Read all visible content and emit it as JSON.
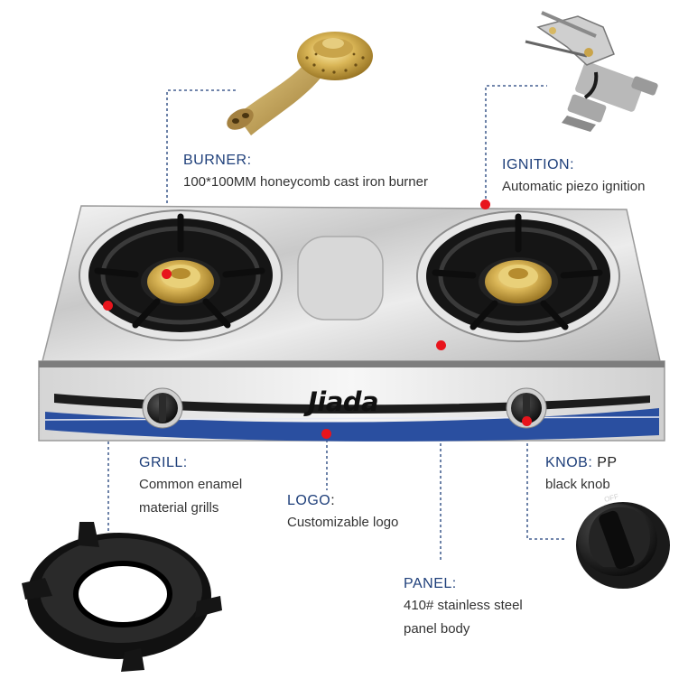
{
  "colors": {
    "accent": "#1e3f7a",
    "pin": "#e8141c",
    "panel_blue": "#2a4fa0"
  },
  "brand_logo": "Jiada",
  "annotations": {
    "burner": {
      "title": "BURNER:",
      "desc": [
        "100*100MM honeycomb cast iron burner"
      ]
    },
    "ignition": {
      "title": "IGNITION:",
      "desc": [
        "Automatic piezo ignition"
      ]
    },
    "grill": {
      "title": "GRILL:",
      "desc": [
        "Common enamel",
        "material grills"
      ]
    },
    "logo": {
      "title": "LOGO",
      "title_suffix": ":",
      "desc": [
        "Customizable logo"
      ]
    },
    "knob": {
      "title": "KNOB:",
      "title_suffix": " PP",
      "desc": [
        "black knob"
      ]
    },
    "panel": {
      "title": "PANEL:",
      "desc": [
        "410# stainless steel",
        "panel body"
      ]
    }
  },
  "knob_marks": {
    "off": "OFF"
  },
  "icons": [
    "burner-photo",
    "ignition-valve-photo",
    "grill-ring-photo",
    "knob-photo",
    "gas-stove-photo"
  ]
}
